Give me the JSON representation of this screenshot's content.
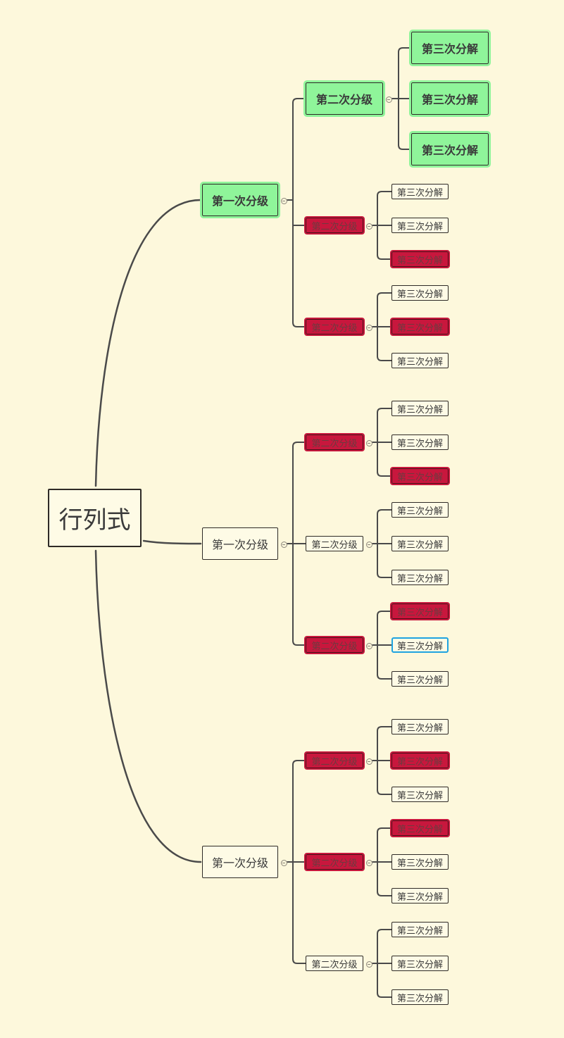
{
  "mindmap": {
    "root": {
      "label": "行列式"
    },
    "colors": {
      "background": "#fdf8dc",
      "green": "#8ff59a",
      "red": "#c8173d",
      "white": "#fefbe6",
      "line": "#4a4a4a",
      "selected": "#1fa3e0"
    },
    "branches": [
      {
        "label": "第一次分级",
        "style": "green",
        "children": [
          {
            "label": "第二次分级",
            "style": "green",
            "children": [
              {
                "label": "第三次分解",
                "style": "green"
              },
              {
                "label": "第三次分解",
                "style": "green"
              },
              {
                "label": "第三次分解",
                "style": "green"
              }
            ]
          },
          {
            "label": "第二次分级",
            "style": "red",
            "children": [
              {
                "label": "第三次分解",
                "style": "white"
              },
              {
                "label": "第三次分解",
                "style": "white"
              },
              {
                "label": "第三次分解",
                "style": "red"
              }
            ]
          },
          {
            "label": "第二次分级",
            "style": "red",
            "children": [
              {
                "label": "第三次分解",
                "style": "white"
              },
              {
                "label": "第三次分解",
                "style": "red"
              },
              {
                "label": "第三次分解",
                "style": "white"
              }
            ]
          }
        ]
      },
      {
        "label": "第一次分级",
        "style": "white",
        "children": [
          {
            "label": "第二次分级",
            "style": "red",
            "children": [
              {
                "label": "第三次分解",
                "style": "white"
              },
              {
                "label": "第三次分解",
                "style": "white"
              },
              {
                "label": "第三次分解",
                "style": "red"
              }
            ]
          },
          {
            "label": "第二次分级",
            "style": "white",
            "children": [
              {
                "label": "第三次分解",
                "style": "white"
              },
              {
                "label": "第三次分解",
                "style": "white"
              },
              {
                "label": "第三次分解",
                "style": "white"
              }
            ]
          },
          {
            "label": "第二次分级",
            "style": "red",
            "children": [
              {
                "label": "第三次分解",
                "style": "red"
              },
              {
                "label": "第三次分解",
                "style": "white",
                "selected": true
              },
              {
                "label": "第三次分解",
                "style": "white"
              }
            ]
          }
        ]
      },
      {
        "label": "第一次分级",
        "style": "white",
        "children": [
          {
            "label": "第二次分级",
            "style": "red",
            "children": [
              {
                "label": "第三次分解",
                "style": "white"
              },
              {
                "label": "第三次分解",
                "style": "red"
              },
              {
                "label": "第三次分解",
                "style": "white"
              }
            ]
          },
          {
            "label": "第二次分级",
            "style": "red",
            "children": [
              {
                "label": "第三次分解",
                "style": "red"
              },
              {
                "label": "第三次分解",
                "style": "white"
              },
              {
                "label": "第三次分解",
                "style": "white"
              }
            ]
          },
          {
            "label": "第二次分级",
            "style": "white",
            "children": [
              {
                "label": "第三次分解",
                "style": "white"
              },
              {
                "label": "第三次分解",
                "style": "white"
              },
              {
                "label": "第三次分解",
                "style": "white"
              }
            ]
          }
        ]
      }
    ]
  }
}
